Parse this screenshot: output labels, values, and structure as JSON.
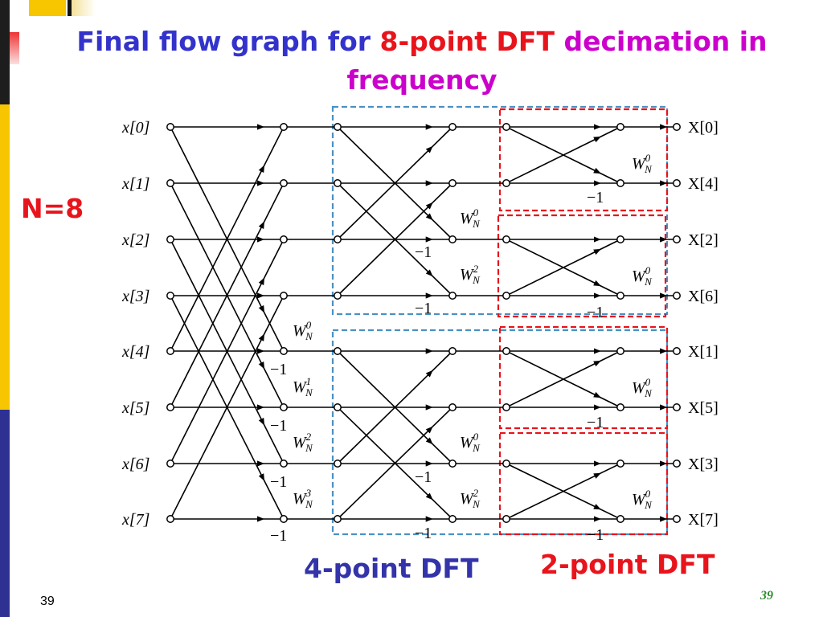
{
  "title": {
    "part1": "Final flow graph for ",
    "part2": "8-point DFT",
    "part3": " decimation in frequency"
  },
  "n_label": "N=8",
  "inputs": [
    "x[0]",
    "x[1]",
    "x[2]",
    "x[3]",
    "x[4]",
    "x[5]",
    "x[6]",
    "x[7]"
  ],
  "outputs": [
    "X[0]",
    "X[4]",
    "X[2]",
    "X[6]",
    "X[1]",
    "X[5]",
    "X[3]",
    "X[7]"
  ],
  "minus_one": "−1",
  "twiddle_base": "W",
  "twiddle_sub": "N",
  "stage1_twiddle_exps": [
    "0",
    "1",
    "2",
    "3"
  ],
  "stage2_twiddle_exps": [
    "0",
    "2",
    "0",
    "2"
  ],
  "stage3_twiddle_exps": [
    "0",
    "0",
    "0",
    "0"
  ],
  "captions": {
    "four_point": "4-point DFT",
    "two_point": "2-point DFT"
  },
  "slide_number": "39",
  "slide_number_corner": "39",
  "colors": {
    "title_blue": "#3333cc",
    "title_red": "#e8141c",
    "title_magenta": "#cc00cc",
    "box_blue_dashed": "#4a90c2",
    "box_red_dashed": "#e8141c",
    "caption_blue": "#3333aa"
  }
}
